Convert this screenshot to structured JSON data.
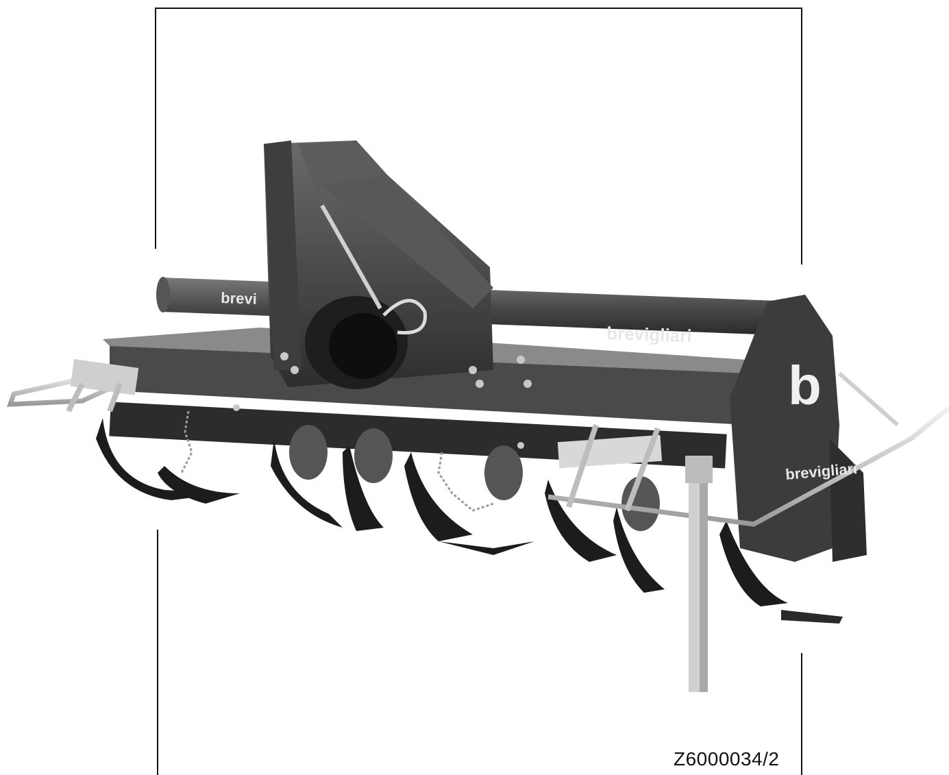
{
  "figure": {
    "reference_code": "Z6000034/2",
    "subject": "rotary tiller",
    "brand_marks": [
      "brevi",
      "brevigliari",
      "brevigliari",
      "b"
    ],
    "colors": {
      "background": "#ffffff",
      "frame": "#111111",
      "body_dark": "#3a3a3a",
      "body_mid": "#5a5a5a",
      "steel_light": "#d8d8d8"
    }
  }
}
